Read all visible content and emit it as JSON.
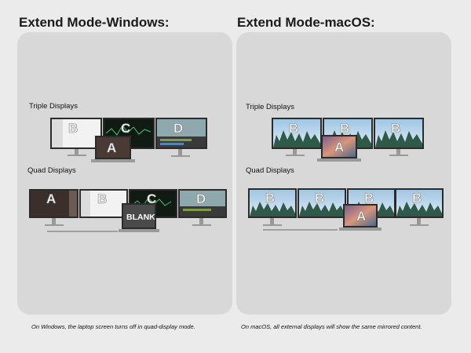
{
  "windows": {
    "heading": "Extend Mode-Windows:",
    "triple_label": "Triple Displays",
    "quad_label": "Quad Displays",
    "caption": "On Windows, the laptop screen turns off in quad-display mode.",
    "triple_letters": [
      "B",
      "C",
      "D",
      "A"
    ],
    "quad_letters": [
      "A",
      "B",
      "C",
      "D"
    ],
    "blank_label": "BLANK"
  },
  "macos": {
    "heading": "Extend Mode-macOS:",
    "triple_label": "Triple Displays",
    "quad_label": "Quad Displays",
    "caption": "On macOS, all external displays will show the same mirrored content.",
    "triple_letters": [
      "B",
      "B",
      "B",
      "A"
    ],
    "quad_letters": [
      "B",
      "B",
      "B",
      "B",
      "A"
    ]
  },
  "colors": {
    "background": "#ebebeb",
    "panel": "#d8d8d8",
    "bezel": "#2b2b2b",
    "sky": "#b9d7ee",
    "forest": "#2f5a4a"
  }
}
